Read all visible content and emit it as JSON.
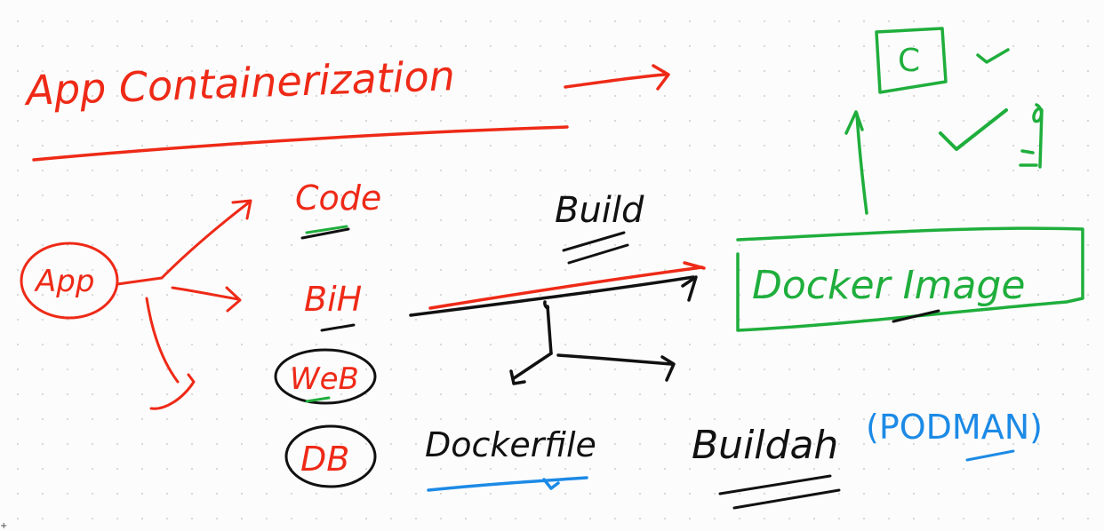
{
  "title": "App Containerization",
  "nodes": {
    "app": "App",
    "code": "Code",
    "bin": "BiH",
    "web": "WeB",
    "db": "DB",
    "build": "Build",
    "docker_image": "Docker Image",
    "container": "C",
    "dockerfile": "Dockerfile",
    "buildah": "Buildah",
    "podman": "(PODMAN)"
  },
  "colors": {
    "red_ink": "#ee2a17",
    "black_ink": "#111111",
    "green_ink": "#1fae3c",
    "blue_ink": "#1c8ae6"
  }
}
